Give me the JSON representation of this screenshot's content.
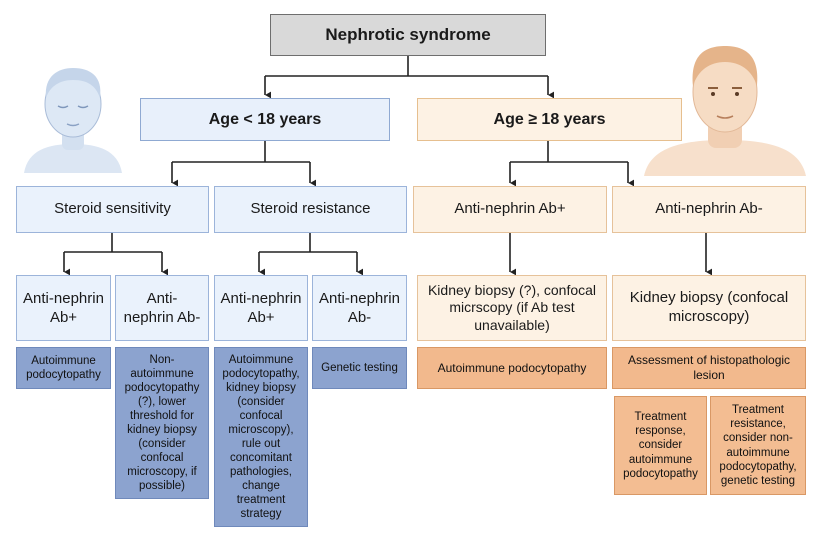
{
  "diagram": {
    "root": "Nephrotic syndrome",
    "pediatric": {
      "header": "Age < 18 years",
      "sensitivity": {
        "label": "Steroid sensitivity",
        "ab_pos": "Anti-nephrin Ab+",
        "ab_neg": "Anti-nephrin Ab-",
        "ab_pos_action": "Autoimmune podocytopathy",
        "ab_neg_action": "Non-autoimmune podocytopathy (?), lower threshold for kidney biopsy (consider confocal microscopy, if possible)"
      },
      "resistance": {
        "label": "Steroid resistance",
        "ab_pos": "Anti-nephrin Ab+",
        "ab_neg": "Anti-nephrin Ab-",
        "ab_pos_action": "Autoimmune podocytopathy, kidney biopsy (consider confocal microscopy), rule out concomitant pathologies, change treatment strategy",
        "ab_neg_action": "Genetic testing"
      }
    },
    "adult": {
      "header": "Age ≥ 18 years",
      "ab_pos": {
        "label": "Anti-nephrin Ab+",
        "next": "Kidney biopsy (?), confocal micrscopy (if Ab test unavailable)",
        "result": "Autoimmune podocytopathy"
      },
      "ab_neg": {
        "label": "Anti-nephrin Ab-",
        "next": "Kidney biopsy (confocal microscopy)",
        "assessment": "Assessment of histopathologic lesion",
        "response": "Treatment response, consider autoimmune podocytopathy",
        "resistance": "Treatment resistance, consider non-autoimmune podocytopathy, genetic testing"
      }
    }
  },
  "colors": {
    "root_fill": "#d9d9d9",
    "pediatric_fill": "#e8f0fb",
    "pediatric_action": "#8ca3cf",
    "adult_fill": "#fdf2e4",
    "adult_action": "#f2b98d",
    "connector": "#222222"
  },
  "icons": [
    "child-face-icon",
    "adult-face-icon"
  ]
}
